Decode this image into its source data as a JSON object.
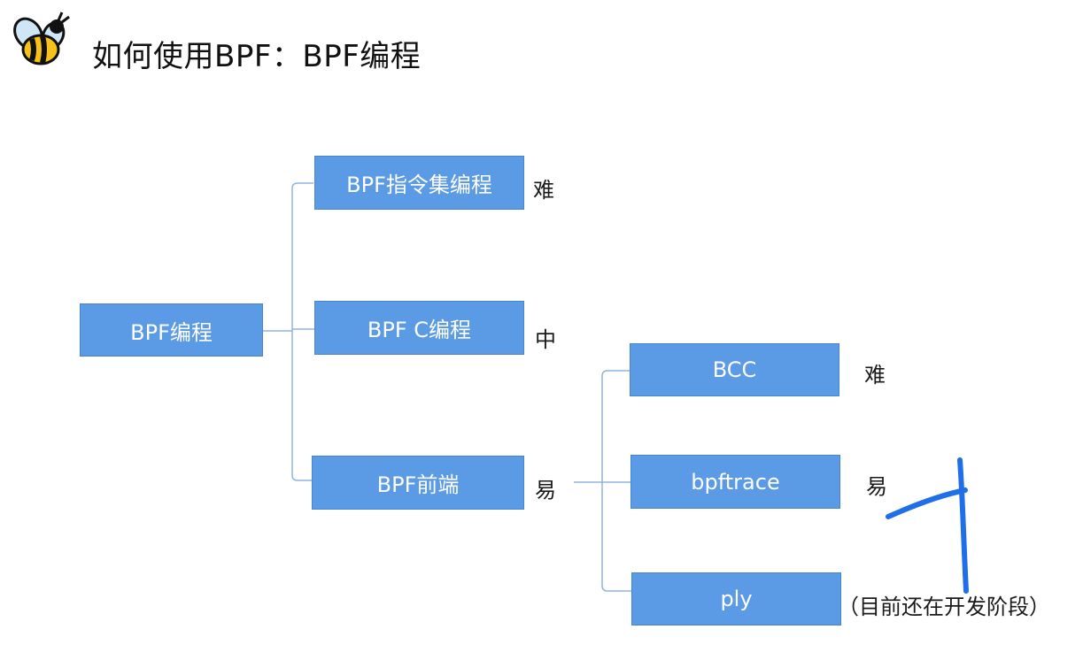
{
  "header": {
    "title": "如何使用BPF：BPF编程",
    "logo_icon": "bee-icon"
  },
  "diagram": {
    "root": "BPF编程",
    "level1": [
      {
        "label": "BPF指令集编程",
        "difficulty": "难"
      },
      {
        "label": "BPF C编程",
        "difficulty": "中"
      },
      {
        "label": "BPF前端",
        "difficulty": "易"
      }
    ],
    "frontends": [
      {
        "label": "BCC",
        "difficulty": "难"
      },
      {
        "label": "bpftrace",
        "difficulty": "易"
      },
      {
        "label": "ply",
        "note": "（目前还在开发阶段）"
      }
    ]
  },
  "colors": {
    "node_fill": "#5b9ae4",
    "connector": "#8fb3de",
    "annotation_ink": "#1e6fe8"
  }
}
